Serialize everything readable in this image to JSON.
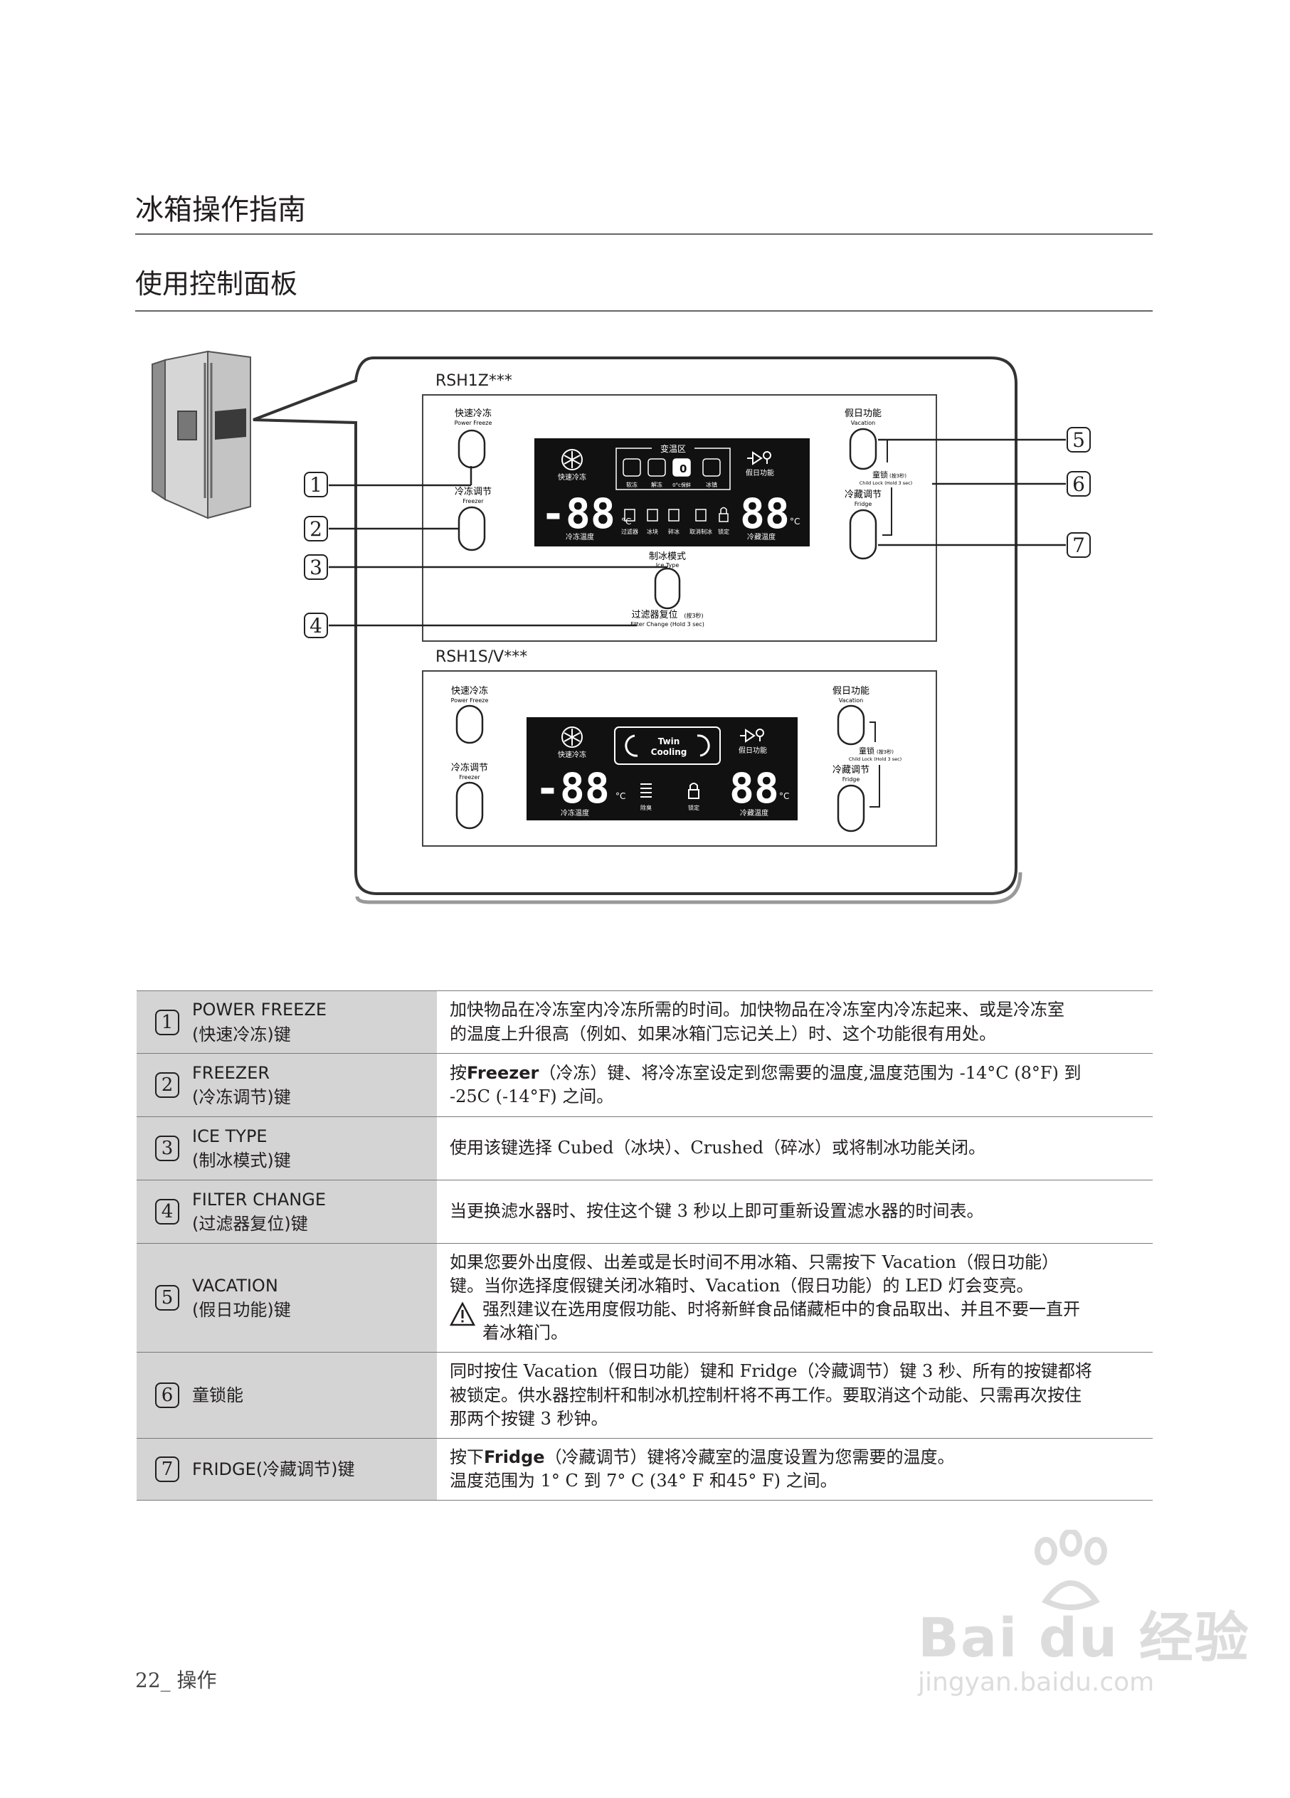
{
  "page": {
    "title": "冰箱操作指南",
    "subtitle": "使用控制面板",
    "footer": "22_ 操作",
    "watermark": "Bai du 经验",
    "watermark_url": "jingyan.baidu.com"
  },
  "diagram": {
    "model_top": "RSH1Z***",
    "model_bottom": "RSH1S/V***",
    "callouts": [
      "1",
      "2",
      "3",
      "4",
      "5",
      "6",
      "7"
    ],
    "top_panel": {
      "power_freeze_cn": "快速冷冻",
      "power_freeze_en": "Power Freeze",
      "freezer_cn": "冷冻调节",
      "freezer_en": "Freezer",
      "vacation_cn": "假日功能",
      "vacation_en": "Vacation",
      "child_lock_cn": "童锁",
      "child_lock_hold": "(按3秒)",
      "child_lock_en": "Child Lock (Hold 3 sec)",
      "fridge_cn": "冷藏调节",
      "fridge_en": "Fridge",
      "ice_type_cn": "制冰模式",
      "ice_type_en": "Ice Type",
      "filter_cn": "过滤器复位",
      "filter_hold": "(按3秒)",
      "filter_en": "Filter Change (Hold 3 sec)",
      "display": {
        "quick_freeze": "快速冷冻",
        "zone": "变温区",
        "vacation": "假日功能",
        "freezer_temp": "冷冻温度",
        "fridge_temp": "冷藏温度",
        "digits": "-88",
        "digits_right": "88",
        "unit": "°C",
        "zone_items": [
          "软冻",
          "解冻",
          "0°c保鲜",
          "冰镇"
        ],
        "bottom_items": [
          "过滤器",
          "冰块",
          "碎冰",
          "取消制冰",
          "锁定"
        ]
      }
    },
    "bottom_panel": {
      "power_freeze_cn": "快速冷冻",
      "power_freeze_en": "Power Freeze",
      "freezer_cn": "冷冻调节",
      "freezer_en": "Freezer",
      "vacation_cn": "假日功能",
      "vacation_en": "Vacation",
      "child_lock_cn": "童锁",
      "child_lock_hold": "(按3秒)",
      "child_lock_en": "Child Lock (Hold 3 sec)",
      "fridge_cn": "冷藏调节",
      "fridge_en": "Fridge",
      "display": {
        "quick_freeze": "快速冷冻",
        "twin": "Twin",
        "cooling": "Cooling",
        "vacation": "假日功能",
        "freezer_temp": "冷冻温度",
        "fridge_temp": "冷藏温度",
        "deodor": "除臭",
        "lock": "锁定",
        "digits": "-88",
        "digits_right": "88",
        "unit": "°C"
      }
    }
  },
  "table": [
    {
      "num": "1",
      "key1": "POWER FREEZE",
      "key2": "(快速冷冻)键",
      "lines": [
        "加快物品在冷冻室内冷冻所需的时间。加快物品在冷冻室内冷冻起来、或是冷冻室",
        "的温度上升很高（例如、如果冰箱门忘记关上）时、这个功能很有用处。"
      ]
    },
    {
      "num": "2",
      "key1": "FREEZER",
      "key2": "(冷冻调节)键",
      "bold_pre": "按",
      "bold": "Freezer",
      "line1_rest": "（冷冻）键、将冷冻室设定到您需要的温度,温度范围为  -14°C (8°F) 到",
      "line2": "-25C (-14°F) 之间。"
    },
    {
      "num": "3",
      "key1": "ICE TYPE",
      "key2": "(制冰模式)键",
      "lines": [
        "使用该键选择  Cubed（冰块）、Crushed（碎冰）或将制冰功能关闭。"
      ]
    },
    {
      "num": "4",
      "key1": "FILTER CHANGE",
      "key2": "(过滤器复位)键",
      "lines": [
        "当更换滤水器时、按住这个键  3  秒以上即可重新设置滤水器的时间表。"
      ]
    },
    {
      "num": "5",
      "key1": "VACATION",
      "key2": "(假日功能)键",
      "lines": [
        "如果您要外出度假、出差或是长时间不用冰箱、只需按下  Vacation（假日功能）",
        "键。当你选择度假键关闭冰箱时、Vacation（假日功能）的  LED  灯会变亮。"
      ],
      "warn_lines": [
        "强烈建议在选用度假功能、时将新鲜食品储藏柜中的食品取出、并且不要一直开",
        "着冰箱门。"
      ]
    },
    {
      "num": "6",
      "key1": "童锁能",
      "key2": "",
      "lines": [
        "同时按住  Vacation（假日功能）键和  Fridge（冷藏调节）键  3  秒、所有的按键都将",
        "被锁定。供水器控制杆和制冰机控制杆将不再工作。要取消这个动能、只需再次按住",
        "那两个按键  3  秒钟。"
      ]
    },
    {
      "num": "7",
      "key1": "FRIDGE(冷藏调节)键",
      "key2": "",
      "bold_pre": "按下",
      "bold": "Fridge",
      "line1_rest": "（冷藏调节）键将冷藏室的温度设置为您需要的温度。",
      "line2": "温度范围为  1° C  到  7° C  (34° F  和45° F)  之间。"
    }
  ],
  "colors": {
    "display_bg": "#111111",
    "row_bg": "#d4d4d4",
    "text": "#231f20"
  }
}
